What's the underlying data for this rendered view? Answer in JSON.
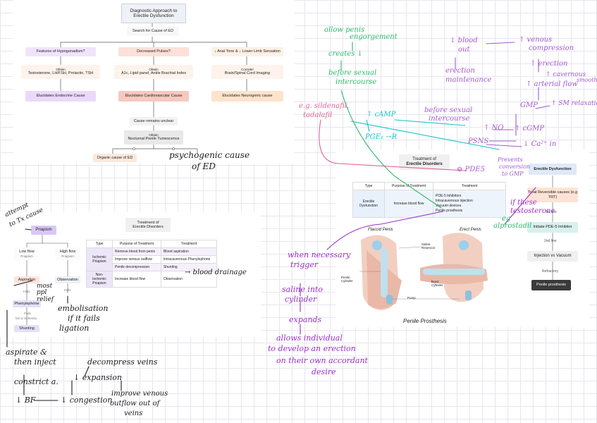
{
  "top_credit": "",
  "flowchart": {
    "title": "Diagnostic Approach to Erectile Dysfunction",
    "search": "Search for Cause of ED",
    "col1_head": "Features of Hypogonadism?",
    "col1_obtain": "Obtain",
    "col1_tests": "Testosterone, LH/FSH, Prolactin, TSH",
    "col1_cause": "Elucidates Endocrine Cause",
    "col2_head": "Decreased Pulses?",
    "col2_obtain": "Obtain",
    "col2_tests": "A1c, Lipid panel, Ankle Brachial Index",
    "col2_cause": "Elucidates Cardiovascular Cause",
    "col3_head": "↓ Anal Tone & ↓ Lower Limb Sensation",
    "col3_obtain": "Consider",
    "col3_tests": "Brain/Spinal Cord Imaging",
    "col3_cause": "Elucidates Neurogenic cause",
    "unclear": "Cause remains unclear",
    "np_obtain": "Obtain",
    "np_test": "Nocturnal Penile Tumescence",
    "organic": "Organic cause of ED"
  },
  "priapism": {
    "title_line1": "Treatment of",
    "title_line2": "Erectile Disorders",
    "root": "Priapism",
    "low_line1": "Low flow",
    "low_line2": "Priapism",
    "high_line1": "High flow",
    "high_line2": "Priapism",
    "aspiration": "Aspiration",
    "observation": "Observation",
    "fails1": "Fails",
    "fails2": "Fails",
    "phenyl": "Phenylephrine",
    "fails3": "Fails",
    "stenting": "Shunting",
    "fail_note": "fail or ischemia",
    "table": {
      "headers": [
        "Type",
        "Purpose of Treatment",
        "Treatment"
      ],
      "ischemic": "Ischemic Priapism",
      "nonischemic": "Non-Ischemic Priapism",
      "rows": [
        [
          "Remove blood from penis",
          "Blood aspiration"
        ],
        [
          "Improve venous outflow",
          "Intracavernous Phenylephrine"
        ],
        [
          "Penile decompression",
          "Shunting"
        ],
        [
          "Increase blood flow",
          "Observation"
        ]
      ]
    }
  },
  "treatment": {
    "title_line1": "Treatment of",
    "title_line2": "Erectile Disorders",
    "headers": [
      "Type",
      "Purpose of Treatment",
      "Treatment"
    ],
    "type": "Erectile Dysfunction",
    "purpose": "Increase blood flow",
    "items": [
      "PDE-5 Inhibitors",
      "Intracavernous injection",
      "Vacuum devices",
      "Penile prosthesis"
    ]
  },
  "ed_flow": {
    "top": "Erectile Dysfunction",
    "reversible": "Treat Reversible causes (e.g TRT)",
    "first_line": "1st line",
    "pde5": "Initiate PDE-5 Inhibitor",
    "second_line": "2nd line",
    "inj": "Injection vs Vacuum",
    "refractory": "Refractory",
    "prosthesis": "Penile prosthesis"
  },
  "prosthesis_fig": {
    "flaccid": "Flaccid Penis",
    "erect": "Erect Penis",
    "reservoir": "Saline Reservoir",
    "cyl_left": "Penile Cylinder",
    "cyl_right": "Erect Cylinder",
    "pump": "Pump",
    "caption": "Penile Prosthesis"
  },
  "notes": {
    "allow_penis": "allow penis",
    "engorgement": "engorgement",
    "creates": "creates ↓",
    "before_sexual": "before sexual",
    "intercourse": "intercourse",
    "blood_out1": "↓ blood",
    "blood_out2": "out",
    "venous1": "↑ venous",
    "venous2": "compression",
    "erection": "↑ erection",
    "maintenance1": "erection",
    "maintenance2": "maintenance",
    "cavernous": "↑ cavernous",
    "arterial": "↑ arterial flow",
    "smooth": "smooth",
    "before2": "before sexual",
    "intercourse2": "intercourse",
    "camp": "↑ cAMP",
    "pge": "PGE₁ →R",
    "no": "↑ NO",
    "cgmp": "↑ cGMP",
    "gmp": "GMP",
    "smr": "↑ SM relaxation",
    "psns": "PSNS",
    "ca": "↓ Ca²⁺ in",
    "pde5": "⊖ PDE5",
    "prevents1": "Prevents",
    "prevents2": "conversion",
    "prevents3": "to GMP",
    "eg1": "e.g. sildenafil,",
    "eg2": "tadalafil",
    "ifthese1": "if these",
    "ifthese2": "testosterone",
    "eg_alp": "eg",
    "alprostadil": "alprostadil",
    "when1": "when necessary",
    "when2": "trigger",
    "saline1": "saline into",
    "saline2": "cylinder",
    "expands": "expands",
    "allows1": "allows individual",
    "allows2": "to develop an erection",
    "allows3": "on their own accordant",
    "allows4": "desire",
    "psycho1": "psychogenic cause",
    "psycho2": "of ED",
    "attempt1": "attempt",
    "attempt2": "to Tx cause",
    "most1": "most",
    "most2": "ppl",
    "most3": "relief",
    "embol1": "embolisation",
    "embol2": "if it fails",
    "embol3": "ligation",
    "blood_drain": "→ blood drainage",
    "aspirate1": "aspirate &",
    "aspirate2": "then inject",
    "constrict": "constrict a.",
    "bf": "↓ BF",
    "congestion": "↓ congestion",
    "decompress": "decompress veins",
    "expansion": "↓ expansion",
    "improve1": "improve venous",
    "improve2": "outflow out of",
    "improve3": "veins"
  }
}
